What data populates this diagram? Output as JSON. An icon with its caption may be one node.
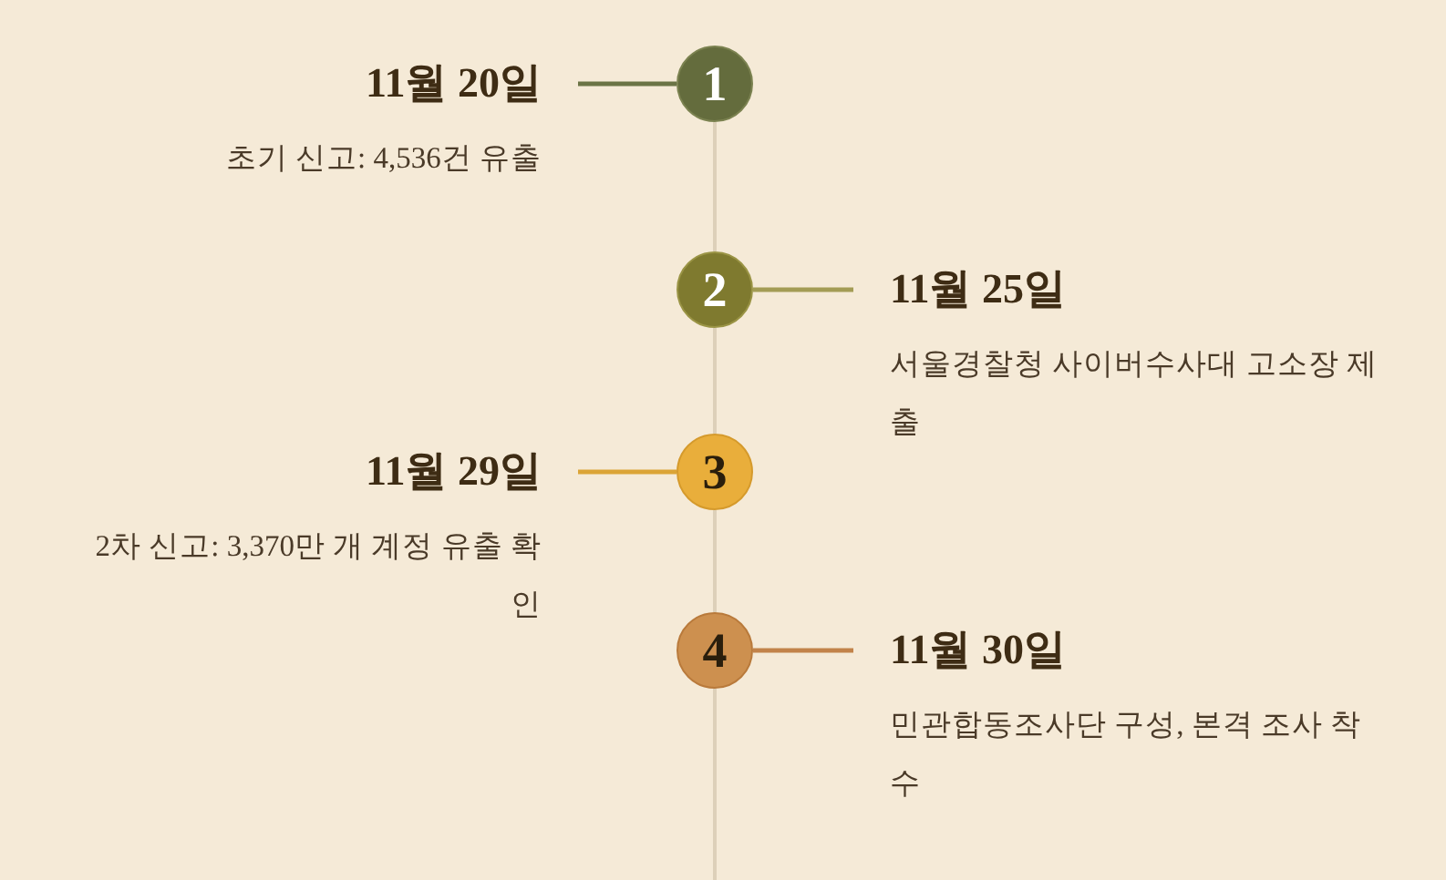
{
  "diagram": {
    "nodes": [
      {
        "text": [
          "11월 20일",
          "초기 신고: 4,536건 유출"
        ]
      },
      {
        "text": [
          "1"
        ]
      },
      {
        "text": [
          "2"
        ]
      },
      {
        "text": [
          "11월 25일",
          "서울경찰청 사이버수사대 고소장 제출"
        ]
      },
      {
        "text": [
          "11월 29일",
          "2차 신고: 3,370만 개 계정 유출 확인"
        ]
      },
      {
        "text": [
          "3"
        ]
      },
      {
        "text": [
          "4"
        ]
      },
      {
        "text": [
          "11월 30일",
          "민관합동조사단 구성, 본격 조사 착수"
        ]
      }
    ],
    "edges": [
      {
        "from": 1,
        "to": 0,
        "arrow": "none",
        "color": "#6b7445"
      },
      {
        "from": 1,
        "to": 2,
        "arrow": "none"
      },
      {
        "from": 2,
        "to": 3,
        "arrow": "none",
        "color": "#a39c55"
      },
      {
        "from": 2,
        "to": 5,
        "arrow": "none"
      },
      {
        "from": 5,
        "to": 4,
        "arrow": "none",
        "color": "#dba436"
      },
      {
        "from": 5,
        "to": 6,
        "arrow": "none"
      },
      {
        "from": 6,
        "to": 7,
        "arrow": "none",
        "color": "#c2834a"
      },
      {
        "from": 6,
        "to": null,
        "arrow": "none"
      }
    ]
  }
}
